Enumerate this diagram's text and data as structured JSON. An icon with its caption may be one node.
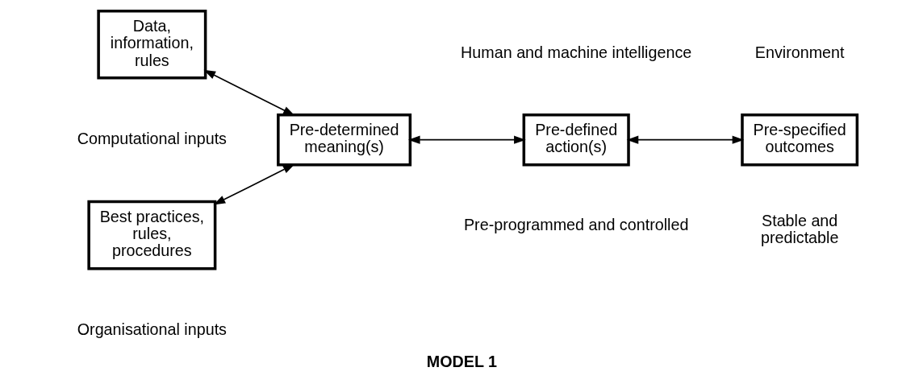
{
  "diagram": {
    "caption": "MODEL 1",
    "nodes": [
      {
        "text": [
          "Data, information, rules"
        ]
      },
      {
        "text": [
          "Best practices, rules, procedures"
        ]
      },
      {
        "text": [
          "Pre-determined meaning(s)"
        ]
      },
      {
        "text": [
          "Pre-defined action(s)"
        ]
      },
      {
        "text": [
          "Pre-specified outcomes"
        ]
      }
    ],
    "edges": [
      {
        "from": 0,
        "to": 2,
        "arrow": "both"
      },
      {
        "from": 1,
        "to": 2,
        "arrow": "both"
      },
      {
        "from": 2,
        "to": 3,
        "arrow": "both"
      },
      {
        "from": 3,
        "to": 4,
        "arrow": "both"
      }
    ],
    "labels": [
      "Human and machine intelligence",
      "Environment",
      "Computational inputs",
      "Pre-programmed and controlled",
      "Stable and predictable",
      "Organisational inputs"
    ]
  }
}
